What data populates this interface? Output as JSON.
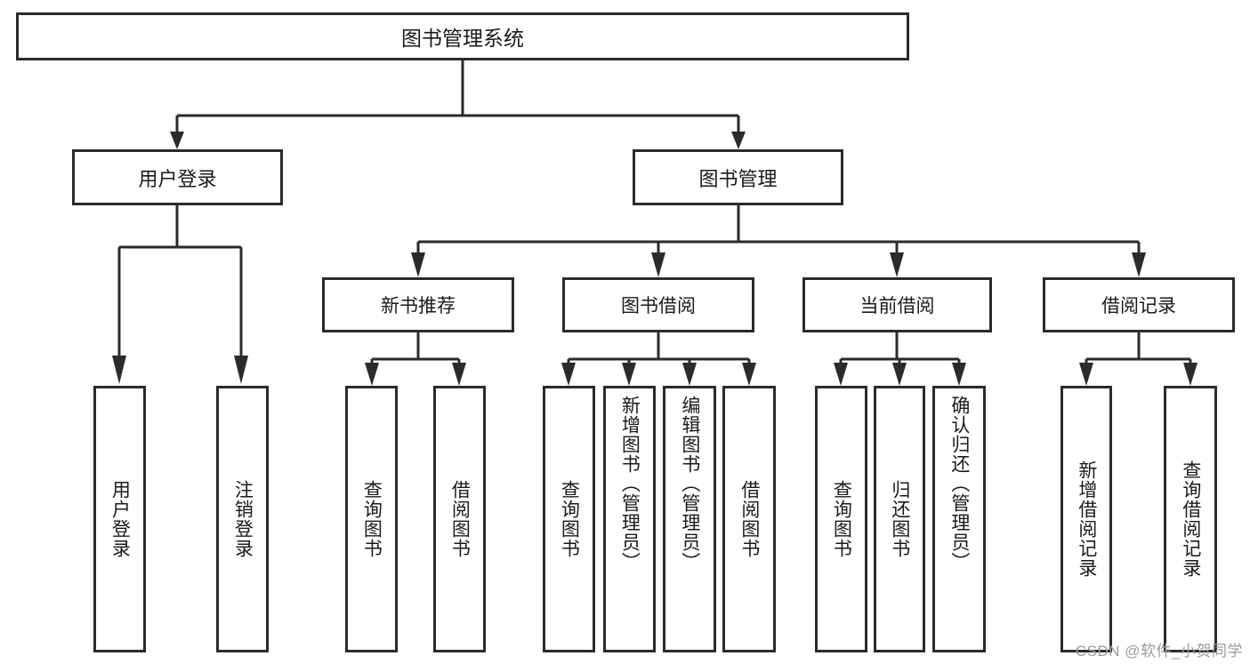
{
  "diagram": {
    "title": "图书管理系统",
    "watermark": "CSDN @软件_小贺同学",
    "stroke_color": "#2b2b2b",
    "box_fill": "#ffffff",
    "text_color": "#1a1a1a",
    "background": "#ffffff"
  },
  "root": {
    "label": "图书管理系统"
  },
  "level2": [
    {
      "label": "用户登录"
    },
    {
      "label": "图书管理"
    }
  ],
  "level3": [
    {
      "label": "新书推荐"
    },
    {
      "label": "图书借阅"
    },
    {
      "label": "当前借阅"
    },
    {
      "label": "借阅记录"
    }
  ],
  "leaves": {
    "user_login": [
      {
        "label": "用户登录"
      },
      {
        "label": "注销登录"
      }
    ],
    "new_books": [
      {
        "label": "查询图书"
      },
      {
        "label": "借阅图书"
      }
    ],
    "book_borrow": [
      {
        "label": "查询图书"
      },
      {
        "label": "新增图书（管理员）"
      },
      {
        "label": "编辑图书（管理员）"
      },
      {
        "label": "借阅图书"
      }
    ],
    "current_borrow": [
      {
        "label": "查询图书"
      },
      {
        "label": "归还图书"
      },
      {
        "label": "确认归还（管理员）"
      }
    ],
    "borrow_record": [
      {
        "label": "新增借阅记录"
      },
      {
        "label": "查询借阅记录"
      }
    ]
  }
}
